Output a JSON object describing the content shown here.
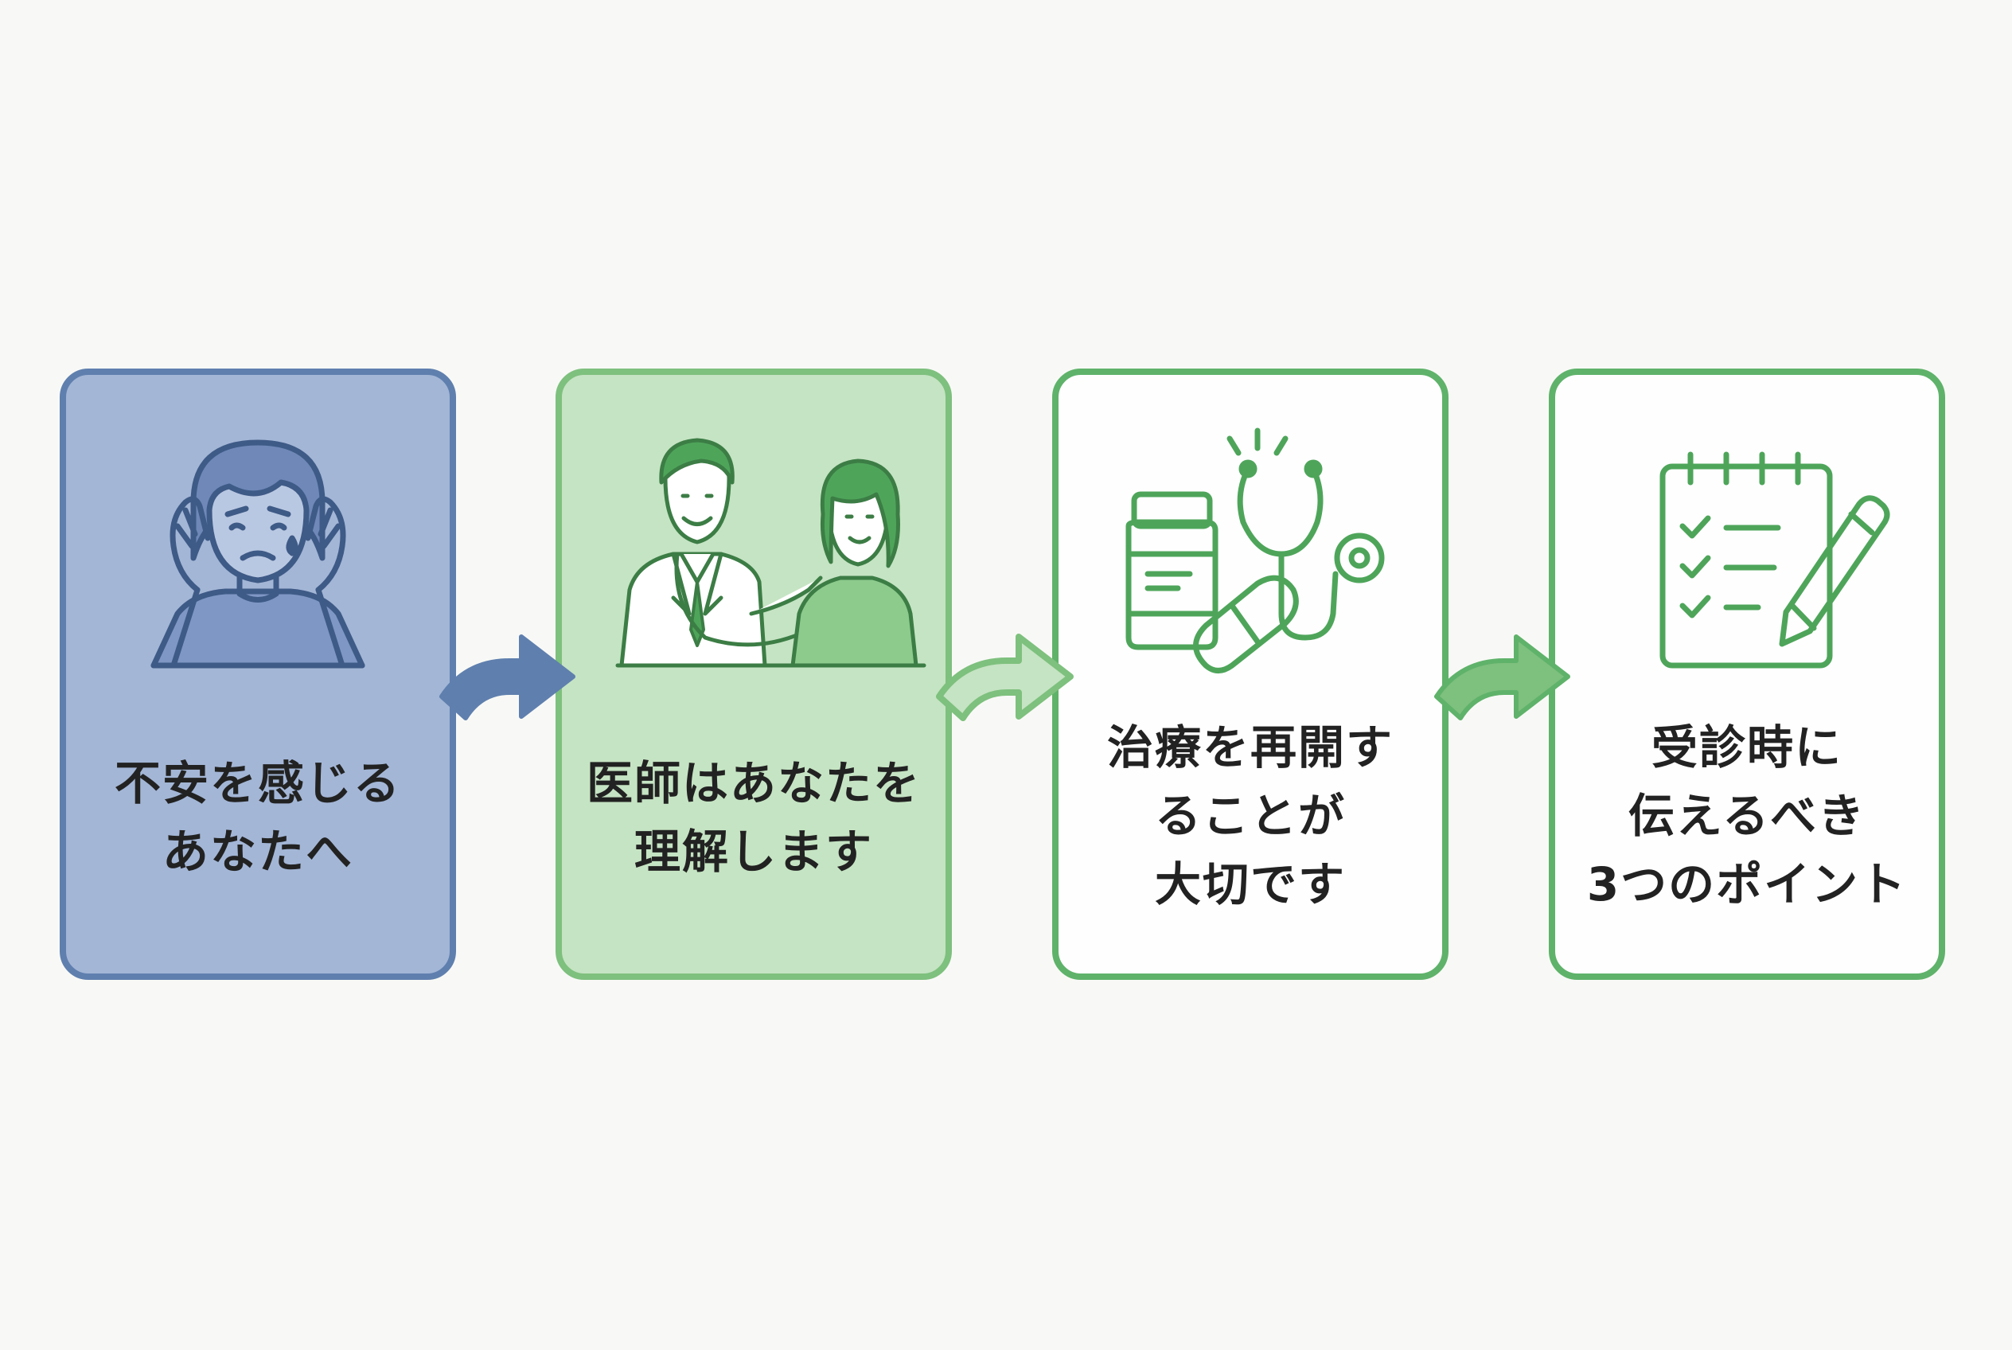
{
  "steps": [
    {
      "lines": [
        "不安を感じる",
        "あなたへ"
      ],
      "icon": "worried-person-icon"
    },
    {
      "lines": [
        "医師はあなたを",
        "理解します"
      ],
      "icon": "doctor-patient-icon"
    },
    {
      "lines": [
        "治療を再開す",
        "ることが",
        "大切です"
      ],
      "icon": "medicine-stethoscope-icon"
    },
    {
      "lines": [
        "受診時に",
        "伝えるべき",
        "3つのポイント"
      ],
      "icon": "checklist-pencil-icon"
    }
  ],
  "colors": {
    "blue_fill": "#a3b6d6",
    "blue_stroke": "#5f7fae",
    "light_green_fill": "#c5e4c3",
    "light_green_stroke": "#7ec07e",
    "green_stroke": "#5fb26a",
    "icon_green": "#4ea55a",
    "text": "#222222"
  }
}
